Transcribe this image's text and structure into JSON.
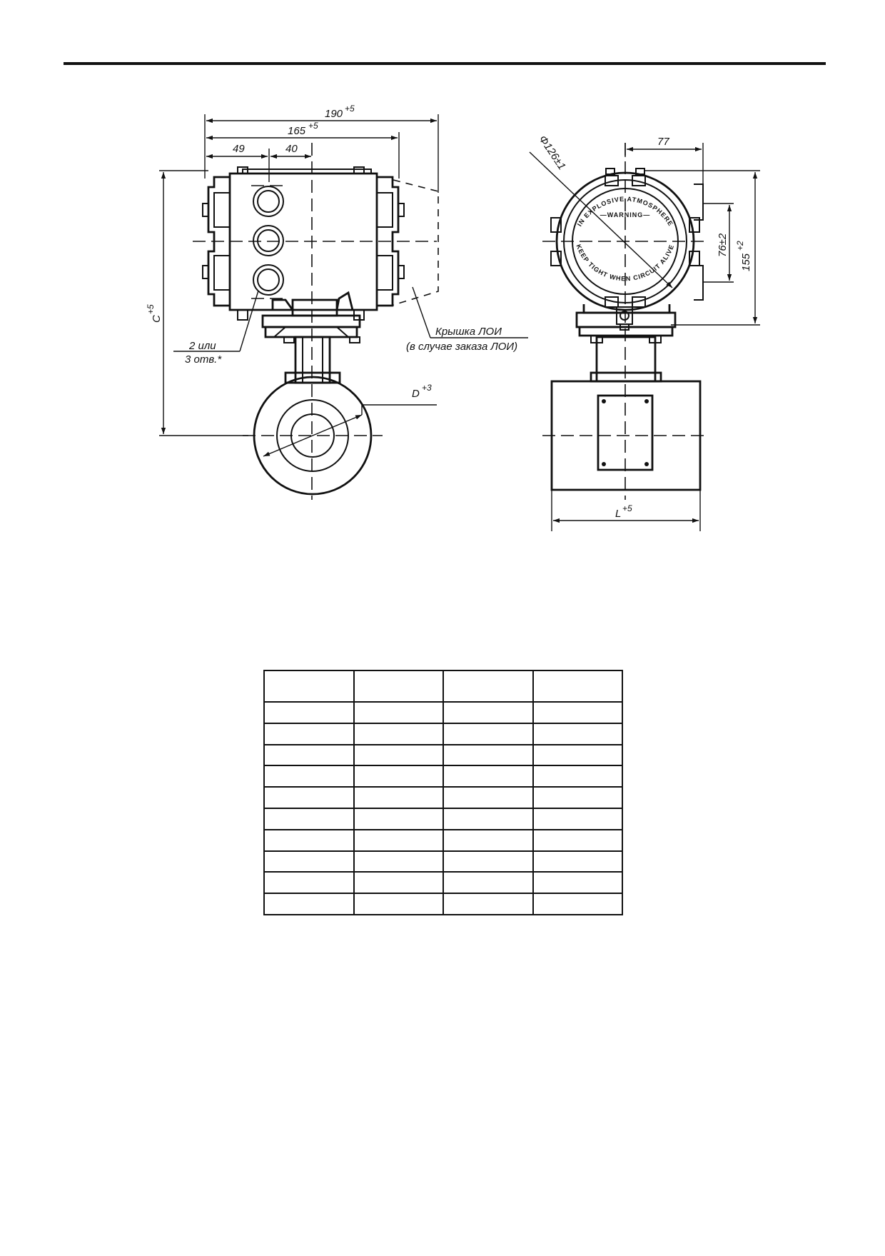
{
  "dims": {
    "w190": "190",
    "w190_tol": "+5",
    "w165": "165",
    "w165_tol": "+5",
    "w49": "49",
    "w40": "40",
    "w77": "77",
    "diam": "Φ126±1",
    "h76": "76±2",
    "h155": "155",
    "h155_tol": "+2",
    "c_label": "C",
    "c_tol": "+5",
    "d_label": "D",
    "d_tol": "+3",
    "l_label": "L",
    "l_tol": "+5"
  },
  "callouts": {
    "holes_line1": "2 или",
    "holes_line2": "3 отв.*",
    "cover_line1": "Крышка ЛОИ",
    "cover_line2": "(в случае заказа ЛОИ)"
  },
  "cover_text": {
    "top": "IN EXPLOSIVE ATMOSPHERE",
    "warning": "—WARNING—",
    "bottom": "KEEP TIGHT WHEN CIRCUIT ALIVE"
  },
  "table": {
    "columns": 4,
    "body_rows": 10,
    "header": [
      "",
      "",
      "",
      ""
    ],
    "rows": [
      [
        "",
        "",
        "",
        ""
      ],
      [
        "",
        "",
        "",
        ""
      ],
      [
        "",
        "",
        "",
        ""
      ],
      [
        "",
        "",
        "",
        ""
      ],
      [
        "",
        "",
        "",
        ""
      ],
      [
        "",
        "",
        "",
        ""
      ],
      [
        "",
        "",
        "",
        ""
      ],
      [
        "",
        "",
        "",
        ""
      ],
      [
        "",
        "",
        "",
        ""
      ],
      [
        "",
        "",
        "",
        ""
      ]
    ]
  }
}
